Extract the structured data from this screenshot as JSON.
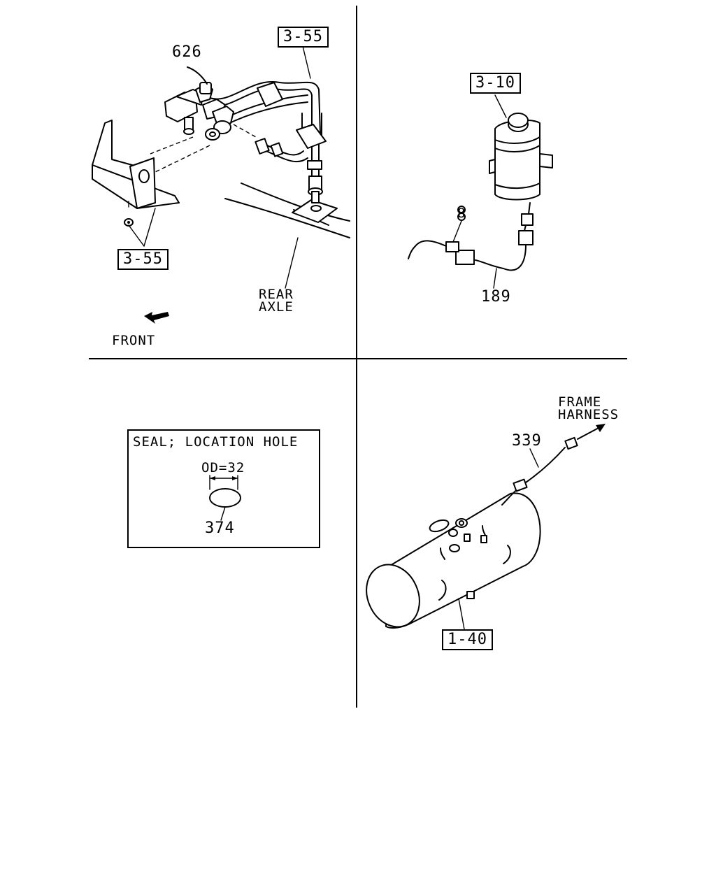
{
  "top_left": {
    "callout_626": "626",
    "ref_upper": "3-55",
    "ref_lower": "3-55",
    "axle_line1": "REAR",
    "axle_line2": "AXLE",
    "front_label": "FRONT"
  },
  "top_right": {
    "ref_tank": "3-10",
    "callout_8": "8",
    "callout_189": "189"
  },
  "bottom_left": {
    "seal_title": "SEAL; LOCATION HOLE",
    "dimension": "OD=32",
    "callout_374": "374"
  },
  "bottom_right": {
    "harness_line1": "FRAME",
    "harness_line2": "HARNESS",
    "callout_339": "339",
    "ref_tank": "1-40"
  },
  "icons": {
    "front_arrow": "front-arrow-icon"
  }
}
